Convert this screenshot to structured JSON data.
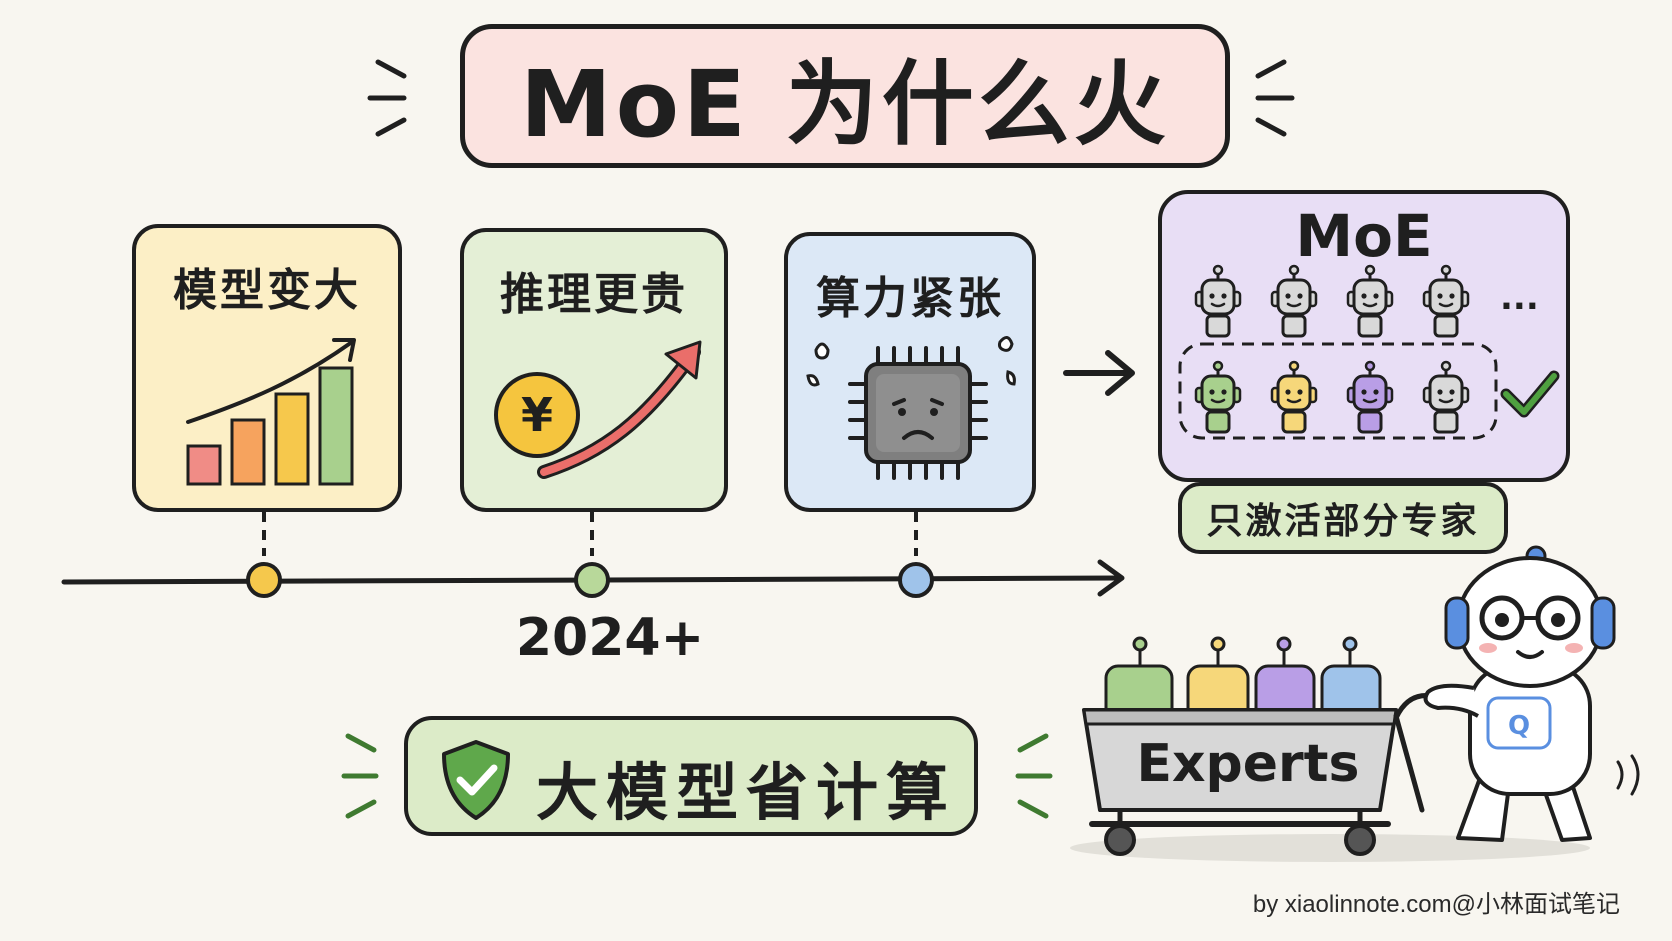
{
  "title": "MoE 为什么火",
  "cards": [
    {
      "label": "模型变大",
      "color": "#fcefc6"
    },
    {
      "label": "推理更贵",
      "color": "#e4efd6"
    },
    {
      "label": "算力紧张",
      "color": "#dce8f6"
    }
  ],
  "moe": {
    "title": "MoE",
    "ellipsis": "...",
    "sub_label": "只激活部分专家"
  },
  "timeline": {
    "year": "2024+",
    "dot_colors": [
      "#f5c84c",
      "#b8d89a",
      "#9fc3ea"
    ]
  },
  "summary": {
    "text": "大模型省计算"
  },
  "cart": {
    "label": "Experts"
  },
  "coin_symbol": "¥",
  "credit": "by xiaolinnote.com@小林面试笔记",
  "colors": {
    "title_bg": "#fbe3e0",
    "moe_bg": "#e8def5",
    "active_green": "#a8d08d",
    "active_yellow": "#f6d77a",
    "active_purple": "#b99ee6",
    "robot_gray": "#d9d9d9",
    "check_green": "#4fa040"
  }
}
